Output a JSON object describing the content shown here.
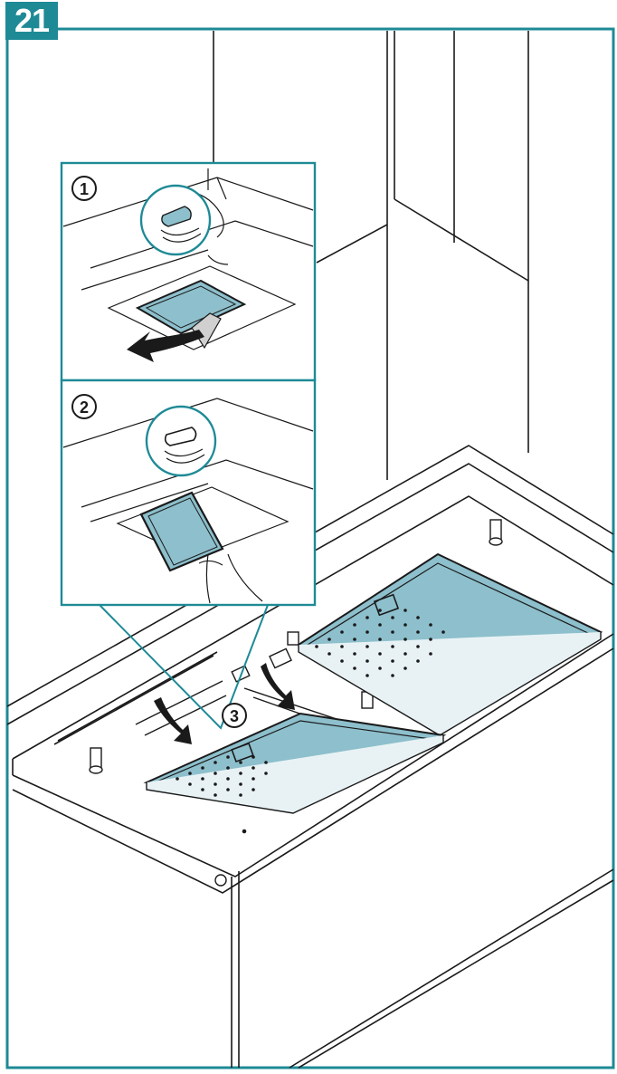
{
  "step": {
    "number": "21"
  },
  "callouts": {
    "one": "1",
    "two": "2",
    "three": "3"
  },
  "colors": {
    "accent": "#1e8a96",
    "filter_fill": "#8dbfcc",
    "line": "#1a1a1a",
    "background": "#ffffff"
  },
  "icons": {
    "arrow": "curved-arrow-icon",
    "clip": "filter-clip-icon"
  }
}
